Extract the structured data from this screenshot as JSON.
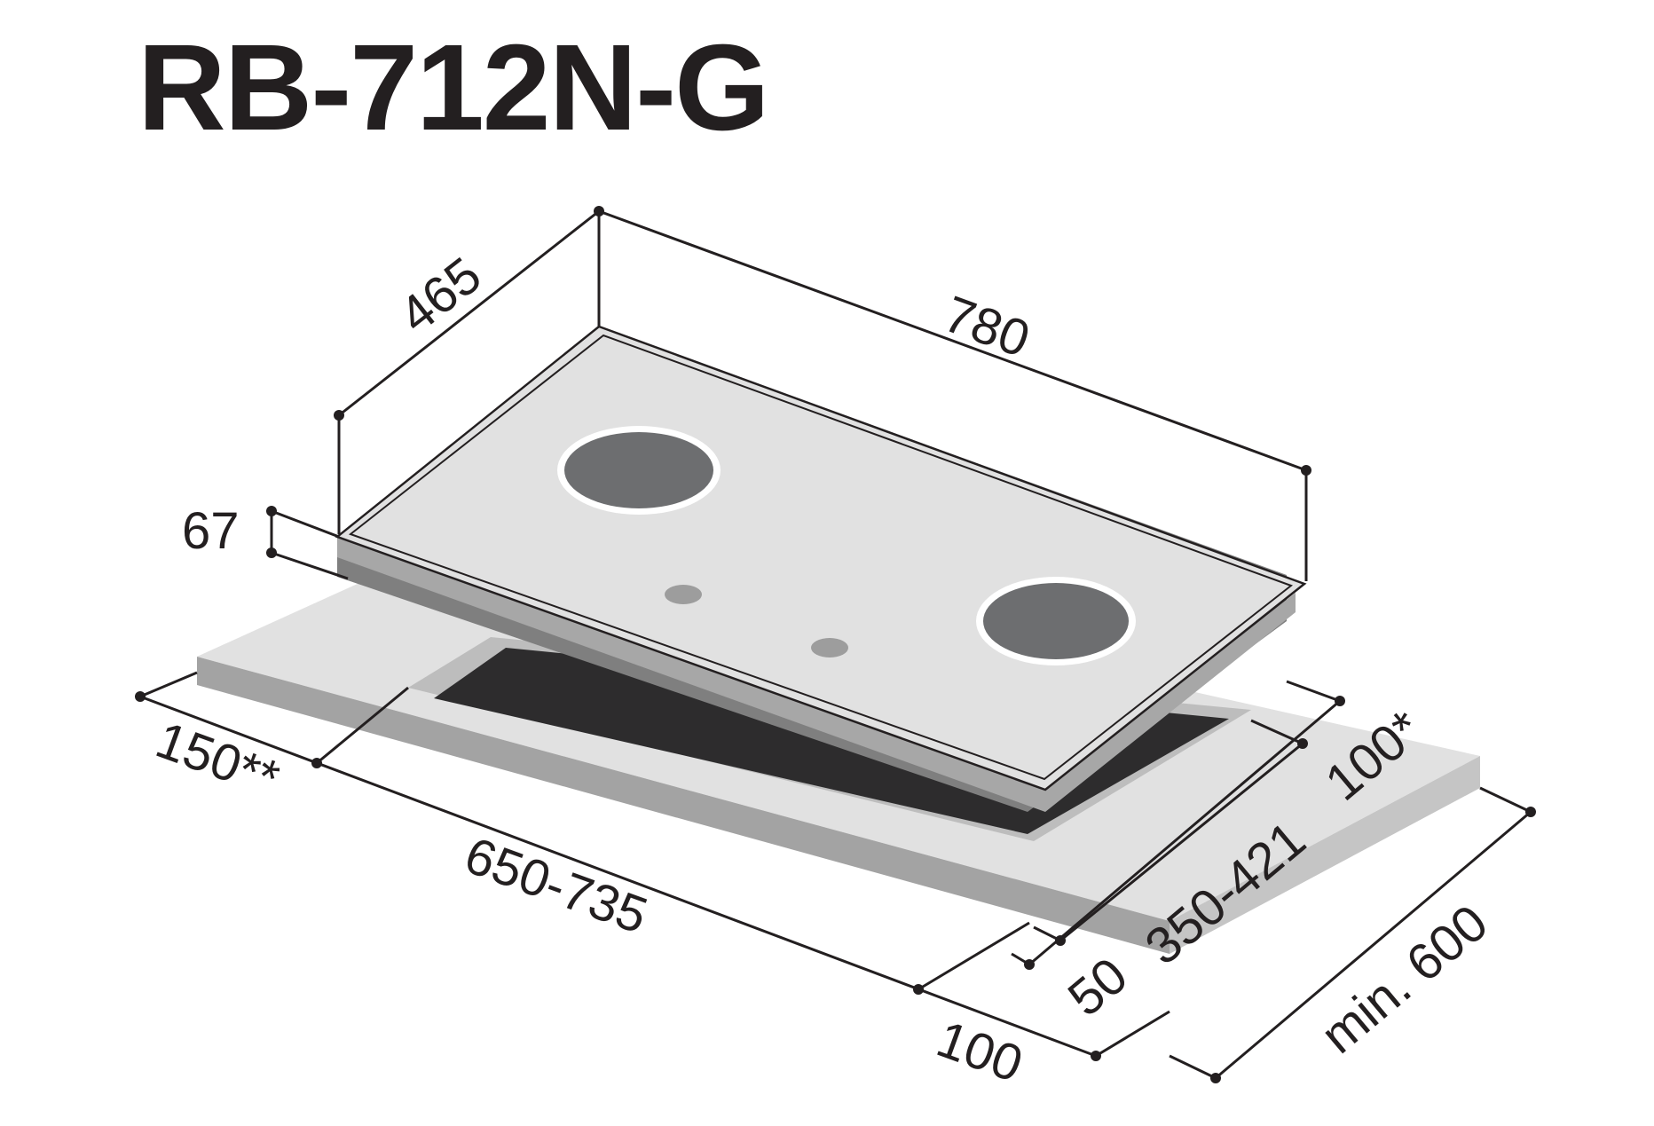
{
  "model": "RB-712N-G",
  "dimensions": {
    "width": "780",
    "depth": "465",
    "height": "67",
    "left_clearance": "150**",
    "cutout_width": "650-735",
    "right_clearance": "100",
    "front_offset": "50",
    "cutout_depth": "350-421",
    "rear_clearance": "100*",
    "counter_depth": "min. 600"
  },
  "colors": {
    "ink": "#231f20",
    "glass": "#e1e1e1",
    "frame_side": "#a7a7a7",
    "burner": "#6d6e70",
    "control_knob": "#9d9d9d",
    "counter_top": "#e1e1e1",
    "counter_side": "#a3a3a3",
    "cutout": "#2d2c2d"
  }
}
